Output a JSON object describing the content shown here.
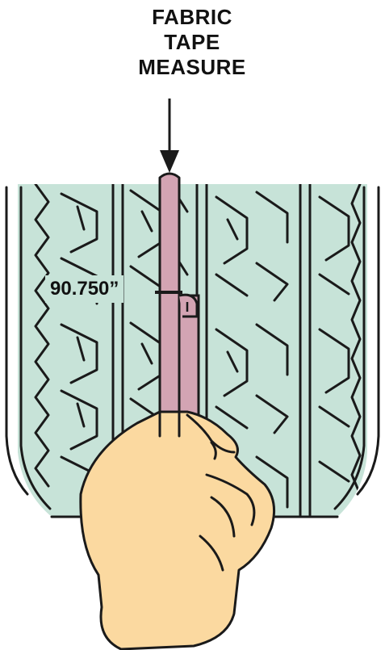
{
  "callout": {
    "lines": [
      "FABRIC",
      "TAPE",
      "MEASURE"
    ]
  },
  "measurement": {
    "value_text": "90.750”"
  },
  "colors": {
    "tread": "#c7e3d8",
    "tape": "#d3a4b3",
    "hand": "#fbd9a0",
    "outline": "#1a1a1a"
  }
}
